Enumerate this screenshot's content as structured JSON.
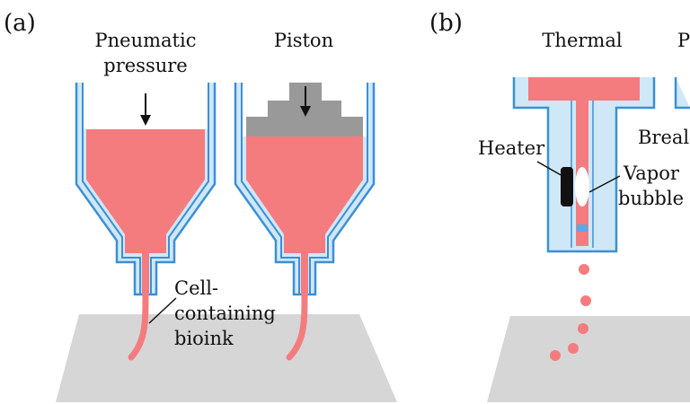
{
  "panels": {
    "a": {
      "label": "(a)",
      "pneumatic_title_line1": "Pneumatic",
      "pneumatic_title_line2": "pressure",
      "piston_title": "Piston",
      "bioink_line1": "Cell-",
      "bioink_line2": "containing",
      "bioink_line3": "bioink"
    },
    "b": {
      "label": "(b)",
      "thermal_title": "Thermal",
      "cut_title": "P",
      "heater_label": "Heater",
      "vapor_line1": "Vapor",
      "vapor_line2": "bubble",
      "cut_label": "Breal"
    }
  },
  "colors": {
    "bioink": "#f47c7f",
    "nozzle_fill": "#cfe8f7",
    "nozzle_outline": "#3c8fd6",
    "piston": "#999999",
    "substrate": "#d6d6d6",
    "heater": "#111111"
  }
}
